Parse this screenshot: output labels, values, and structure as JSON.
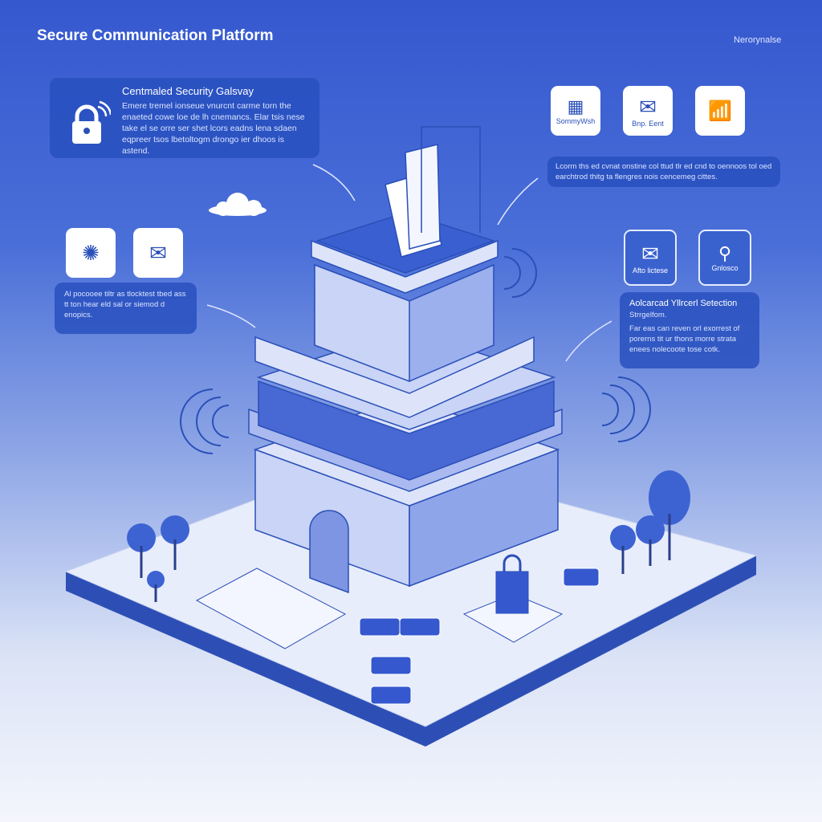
{
  "header": {
    "title": "Secure Communication Platform",
    "brand": "Nerorynalse"
  },
  "gateway_card": {
    "title": "Centmaled Security Galsvay",
    "body": "Emere tremel ionseue vnurcnt carme torn the enaeted cowe loe de lh cnemancs. Elar tsis nese take el se orre ser shet lcors eadns lena sdaen eqpreer tsos lbetoltogm drongo ier dhoos is astend."
  },
  "top_tiles": [
    {
      "label": "SommyWsh",
      "icon": "dashboard-icon"
    },
    {
      "label": "Bnp. Eent",
      "icon": "mail-icon"
    },
    {
      "label": "",
      "icon": "wifi-lock-icon"
    }
  ],
  "top_right_card": {
    "body": "Lcorm ths ed cvnat onstine col ttud tlr ed cnd to oennoos tol oed earchtrod thitg ta flengres nois cencemeg cittes."
  },
  "left_tiles": [
    {
      "label": "",
      "icon": "virus-icon"
    },
    {
      "label": "",
      "icon": "open-envelope-icon"
    }
  ],
  "left_card": {
    "body": "Al pocooee tiltr as tlocktest tbed ass tt ton hear eld sal or siemod d enopics."
  },
  "right_tiles": [
    {
      "label": "Afto lictese",
      "icon": "mail-icon"
    },
    {
      "label": "Gnlosco",
      "icon": "network-icon"
    }
  ],
  "threat_card": {
    "title": "Aolcarcad Yllrcerl Setection",
    "subtitle": "Strrgelfom.",
    "body": "Far eas can reven orl exorrest of porerns tit ur thons morre strata enees nolecoote tose cotk."
  },
  "colors": {
    "accent": "#2a4fb8",
    "background_top": "#3558cf",
    "platform": "#e8edfb"
  }
}
